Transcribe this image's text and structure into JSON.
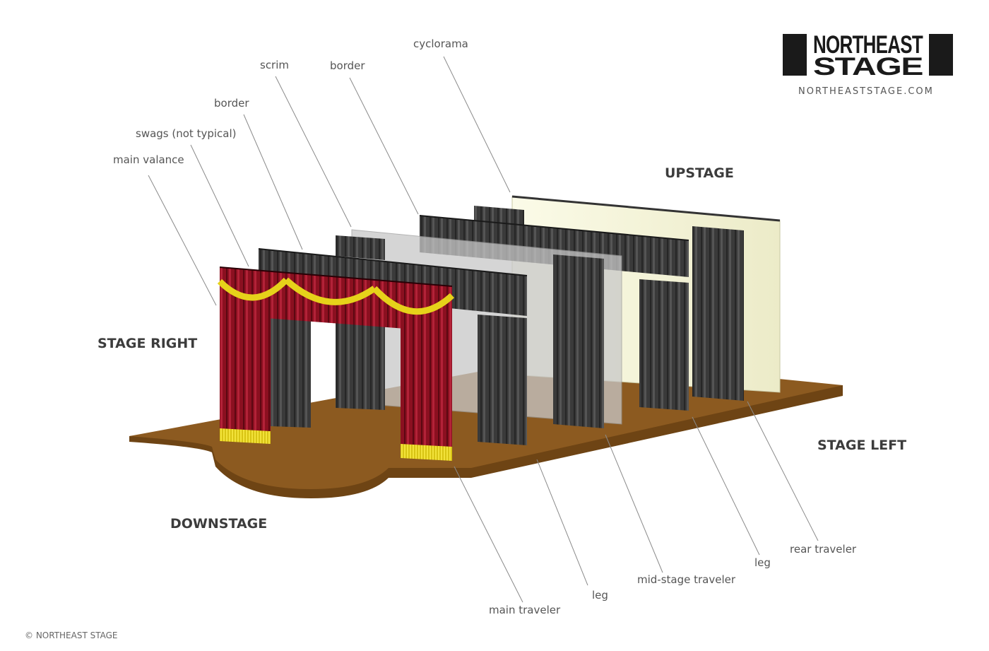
{
  "brand": {
    "line1": "NORTHEAST",
    "line2": "STAGE",
    "url": "NORTHEASTSTAGE.COM",
    "colors": {
      "ink": "#1a1a1a",
      "url": "#555555"
    }
  },
  "directions": {
    "upstage": "UPSTAGE",
    "stage_right": "STAGE RIGHT",
    "stage_left": "STAGE LEFT",
    "downstage": "DOWNSTAGE"
  },
  "top_labels": {
    "main_valance": "main valance",
    "swags": "swags (not typical)",
    "border_front": "border",
    "scrim": "scrim",
    "border_rear": "border",
    "cyclorama": "cyclorama"
  },
  "bottom_labels": {
    "main_traveler": "main traveler",
    "leg_front": "leg",
    "mid_stage_traveler": "mid-stage traveler",
    "leg_rear": "leg",
    "rear_traveler": "rear traveler"
  },
  "footer": {
    "copyright": "© NORTHEAST STAGE"
  },
  "colors": {
    "floor": "#8c5a20",
    "floor_edge": "#6e4414",
    "curtain_black": "#3a3a3a",
    "curtain_red": "#8b1020",
    "fringe_gold": "#e6d21a",
    "cyclorama": "#f4f3dc",
    "scrim": "#c8c8c8"
  }
}
